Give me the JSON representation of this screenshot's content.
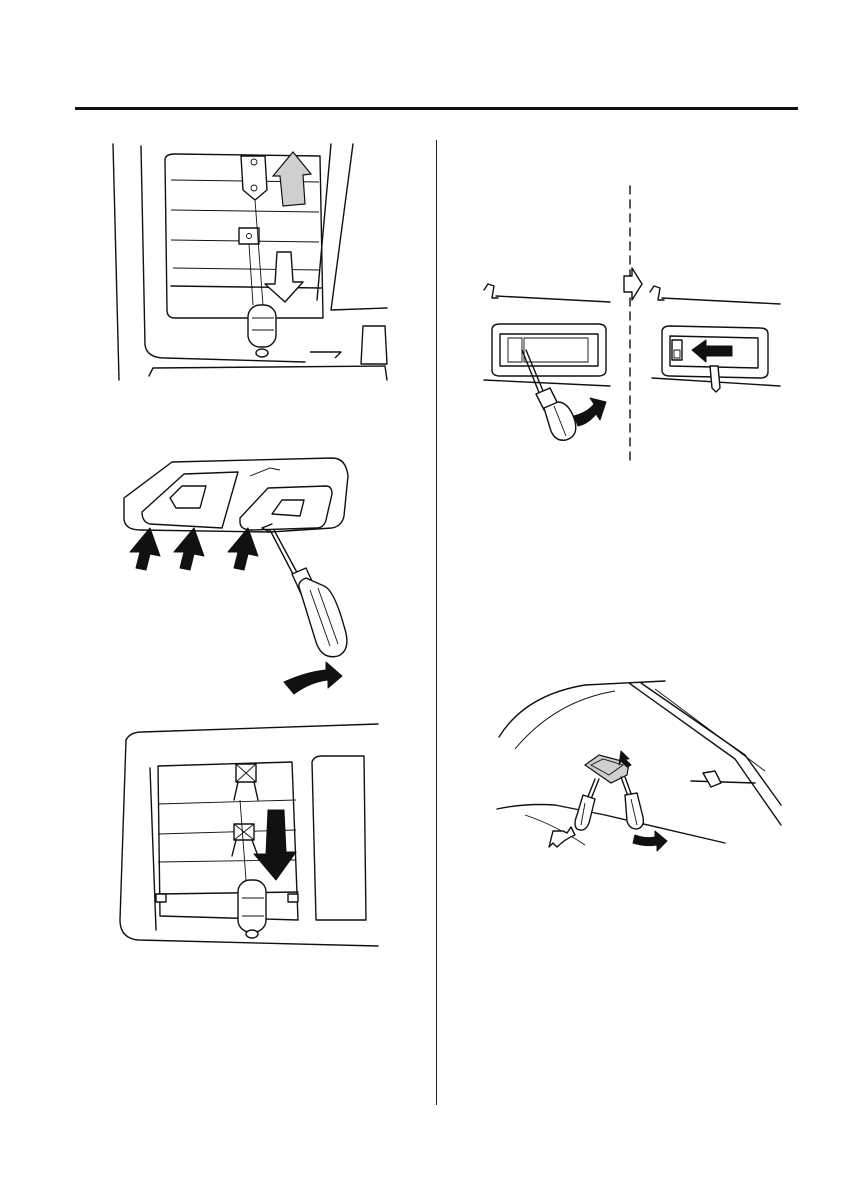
{
  "page": {
    "header_rule": true,
    "column_divider": true
  },
  "figures": [
    {
      "id": "map-light-bulb-removal",
      "icon": "ceiling-light-bulb-arrows-illustration"
    },
    {
      "id": "overhead-lens-pry-off",
      "icon": "double-lens-screwdriver-illustration"
    },
    {
      "id": "map-light-bulb-removal-alt",
      "icon": "ceiling-light-bulb-down-arrow-illustration"
    },
    {
      "id": "courtesy-lens-removal",
      "icon": "lens-screwdriver-sequence-illustration"
    },
    {
      "id": "cargo-light-lens-removal",
      "icon": "cargo-light-screwdrivers-illustration"
    }
  ]
}
